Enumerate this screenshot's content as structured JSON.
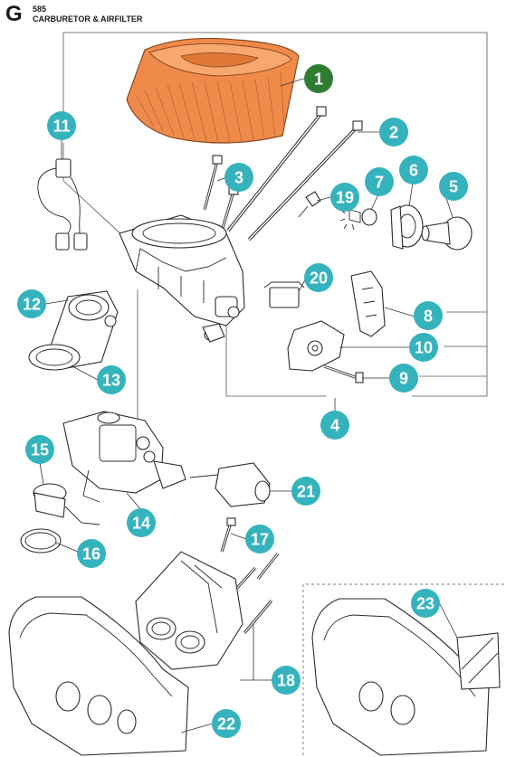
{
  "header": {
    "letter": "G",
    "page_number": "585",
    "title": "CARBURETOR & AIRFILTER"
  },
  "colors": {
    "callout": "#35b3bd",
    "highlight_callout": "#2e7d32",
    "airfilter": "#f08a4b",
    "line": "#2a2a2a"
  },
  "callouts": [
    {
      "id": "callout-1",
      "label": "1",
      "highlight": true
    },
    {
      "id": "callout-2",
      "label": "2"
    },
    {
      "id": "callout-3",
      "label": "3"
    },
    {
      "id": "callout-4",
      "label": "4"
    },
    {
      "id": "callout-5",
      "label": "5"
    },
    {
      "id": "callout-6",
      "label": "6"
    },
    {
      "id": "callout-7",
      "label": "7"
    },
    {
      "id": "callout-8",
      "label": "8"
    },
    {
      "id": "callout-9",
      "label": "9"
    },
    {
      "id": "callout-10",
      "label": "10"
    },
    {
      "id": "callout-11",
      "label": "11"
    },
    {
      "id": "callout-12",
      "label": "12"
    },
    {
      "id": "callout-13",
      "label": "13"
    },
    {
      "id": "callout-14",
      "label": "14"
    },
    {
      "id": "callout-15",
      "label": "15"
    },
    {
      "id": "callout-16",
      "label": "16"
    },
    {
      "id": "callout-17",
      "label": "17"
    },
    {
      "id": "callout-18",
      "label": "18"
    },
    {
      "id": "callout-19",
      "label": "19"
    },
    {
      "id": "callout-20",
      "label": "20"
    },
    {
      "id": "callout-21",
      "label": "21"
    },
    {
      "id": "callout-22",
      "label": "22"
    },
    {
      "id": "callout-23",
      "label": "23"
    }
  ]
}
